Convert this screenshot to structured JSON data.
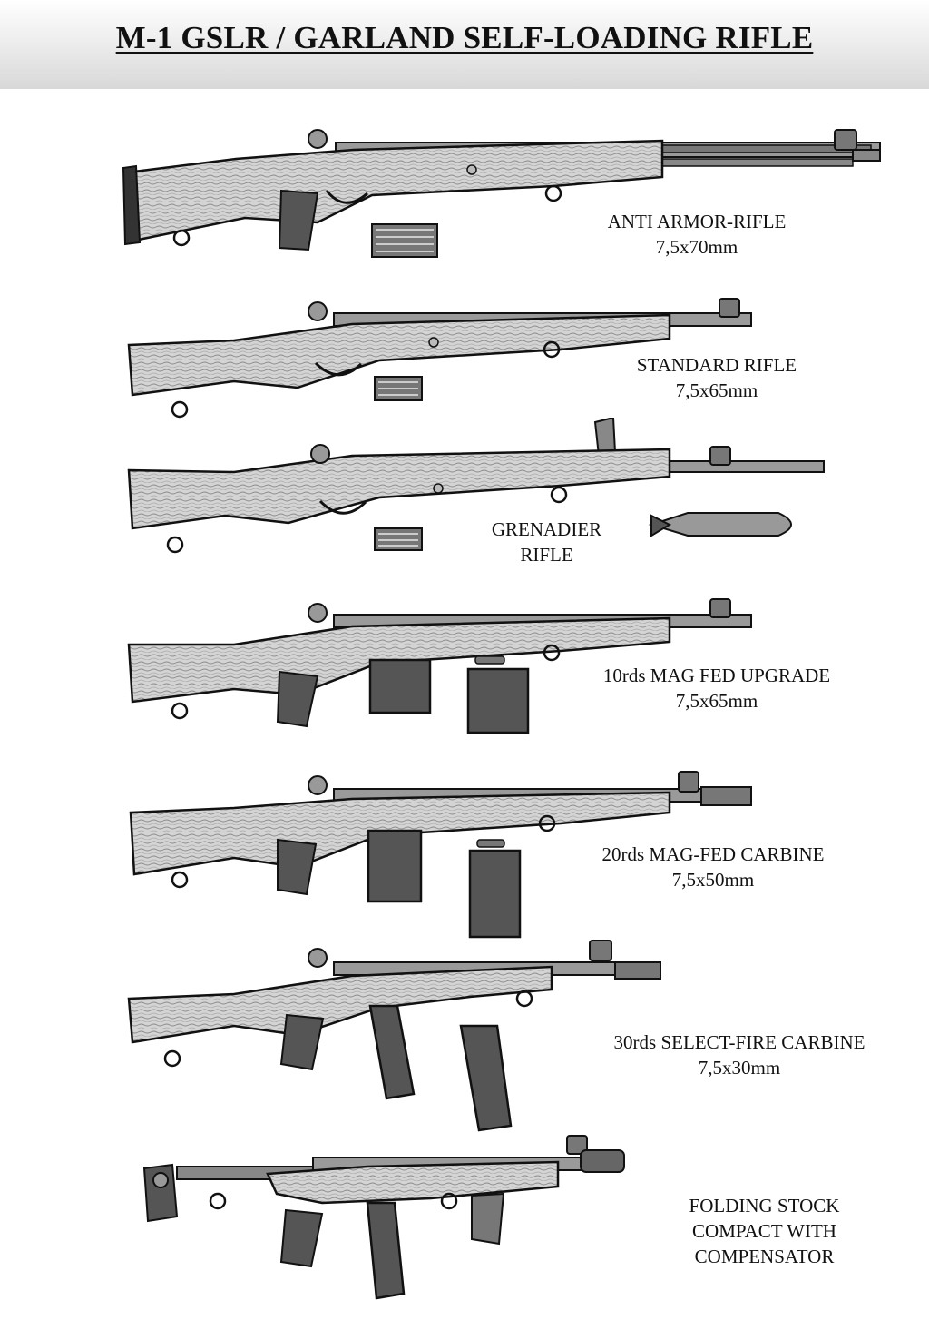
{
  "title": "M-1 GSLR / GARLAND SELF-LOADING RIFLE",
  "colors": {
    "wood": "#c9c9c9",
    "metal": "#8a8a8a",
    "dark": "#3a3a3a",
    "header_bg": "#dcdcdc",
    "outline": "#111111"
  },
  "variants": [
    {
      "id": "anti-armor",
      "lines": [
        "ANTI ARMOR-RIFLE",
        "7,5x70mm"
      ],
      "accessory": "en-bloc-clip"
    },
    {
      "id": "standard",
      "lines": [
        "STANDARD RIFLE",
        "7,5x65mm"
      ],
      "accessory": "en-bloc-clip"
    },
    {
      "id": "grenadier",
      "lines": [
        "GRENADIER",
        "RIFLE"
      ],
      "accessory": "rifle-grenade"
    },
    {
      "id": "mag-fed-10",
      "lines": [
        "10rds MAG FED UPGRADE",
        "7,5x65mm"
      ],
      "accessory": "box-magazine"
    },
    {
      "id": "carbine-20",
      "lines": [
        "20rds MAG-FED CARBINE",
        "7,5x50mm"
      ],
      "accessory": "box-magazine"
    },
    {
      "id": "select-fire-30",
      "lines": [
        "30rds SELECT-FIRE CARBINE",
        "7,5x30mm"
      ],
      "accessory": "curved-magazine"
    },
    {
      "id": "folding-stock",
      "lines": [
        "FOLDING STOCK",
        "COMPACT WITH",
        "COMPENSATOR"
      ],
      "accessory": "none"
    }
  ]
}
